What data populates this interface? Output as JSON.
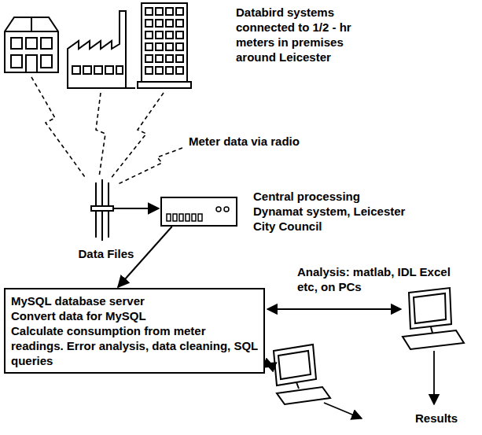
{
  "diagram": {
    "nodes": [
      {
        "text": [
          "Central processing Dynamat system, Leicester City Council"
        ]
      },
      {
        "text": [
          "MySQL database server",
          "Convert data for MySQL",
          "Calculate consumption from meter readings. Error analysis, data cleaning, SQL queries"
        ]
      }
    ],
    "edges": [
      {
        "from": 0,
        "to": 1,
        "label": "Data Files",
        "arrow": "to"
      }
    ],
    "labels": [
      "Databird systems connected to 1/2 - hr meters in premises around Leicester",
      "Meter data via radio",
      "Analysis: matlab, IDL Excel etc, on PCs",
      "Results"
    ]
  }
}
